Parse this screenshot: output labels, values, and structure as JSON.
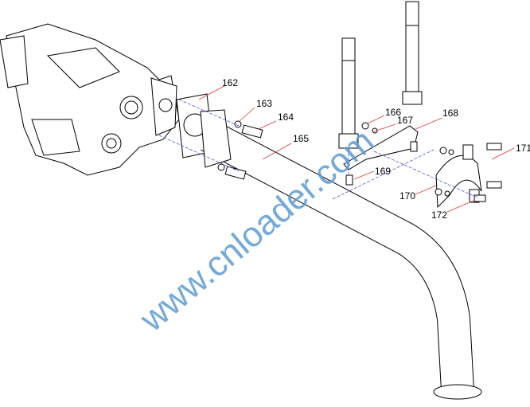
{
  "diagram": {
    "part_labels": [
      "162",
      "163",
      "164",
      "165",
      "166",
      "167",
      "168",
      "169",
      "170",
      "171",
      "172"
    ],
    "watermark": "www.cnloader.com",
    "colors": {
      "leader": "#e8373a",
      "axis": "#3a3aff",
      "watermark": "#5b9bd5"
    }
  }
}
